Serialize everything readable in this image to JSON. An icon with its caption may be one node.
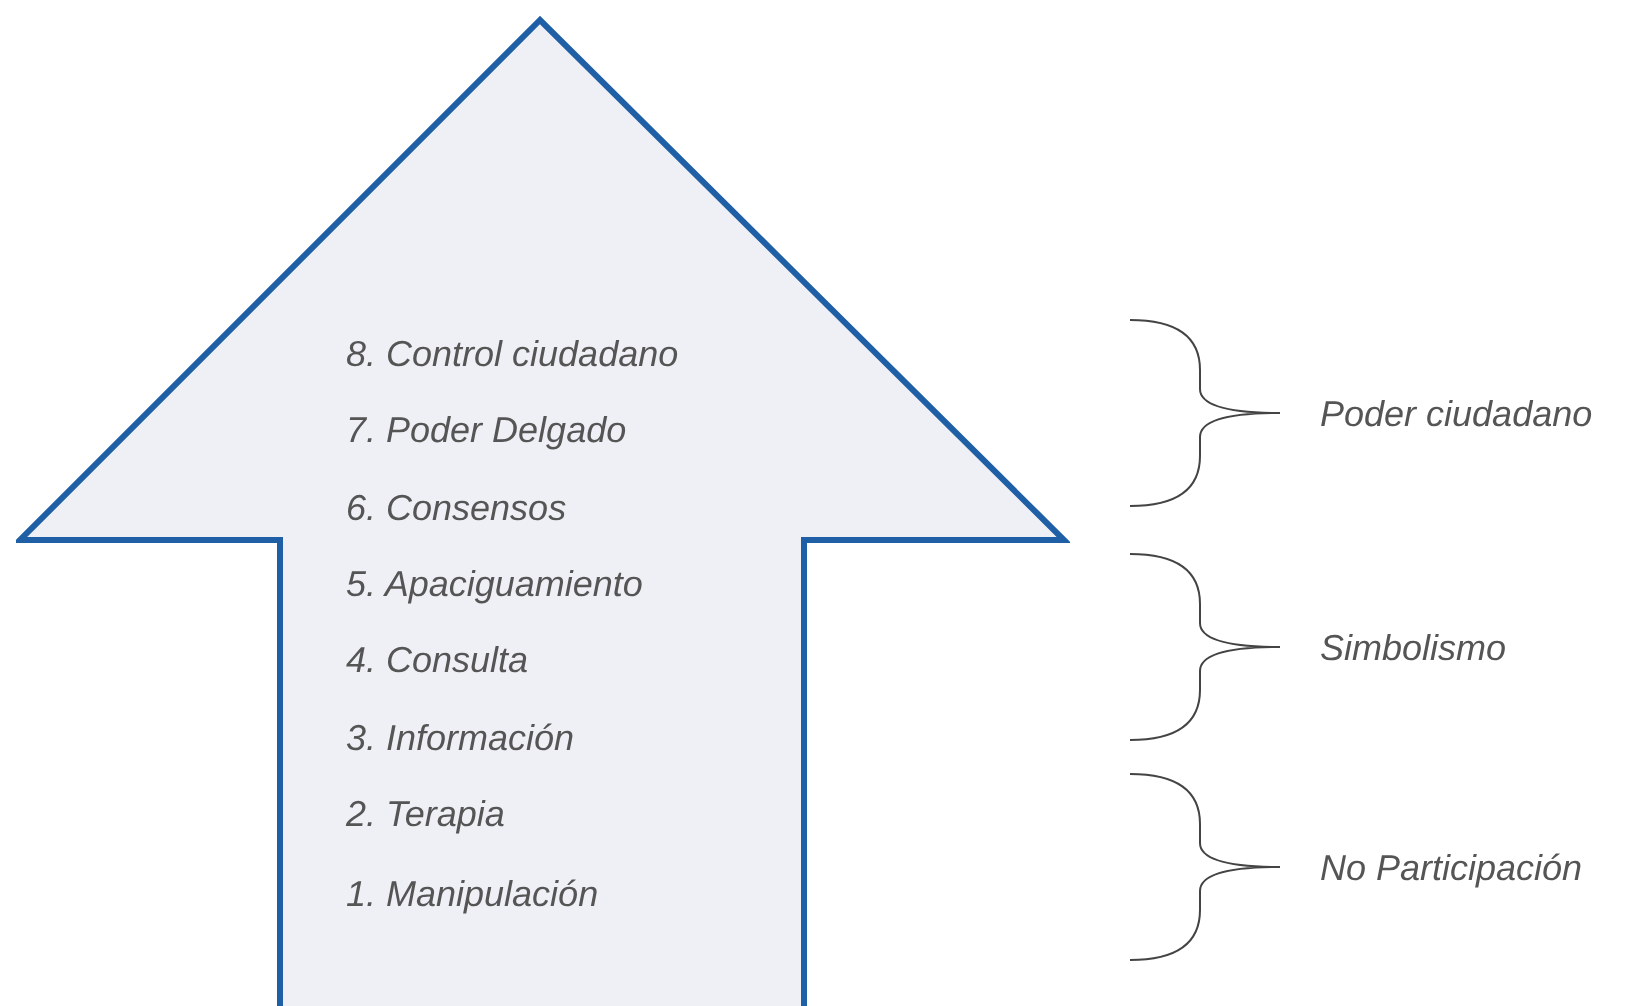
{
  "diagram": {
    "nodes": [
      {
        "text": [
          "8. Control ciudadano",
          "7. Poder Delgado",
          "6. Consensos",
          "5. Apaciguamiento",
          "4. Consulta",
          "3. Información",
          "2. Terapia",
          "1. Manipulación"
        ]
      }
    ],
    "labels": [
      "Poder ciudadano",
      "Simbolismo",
      "No Participación"
    ]
  }
}
